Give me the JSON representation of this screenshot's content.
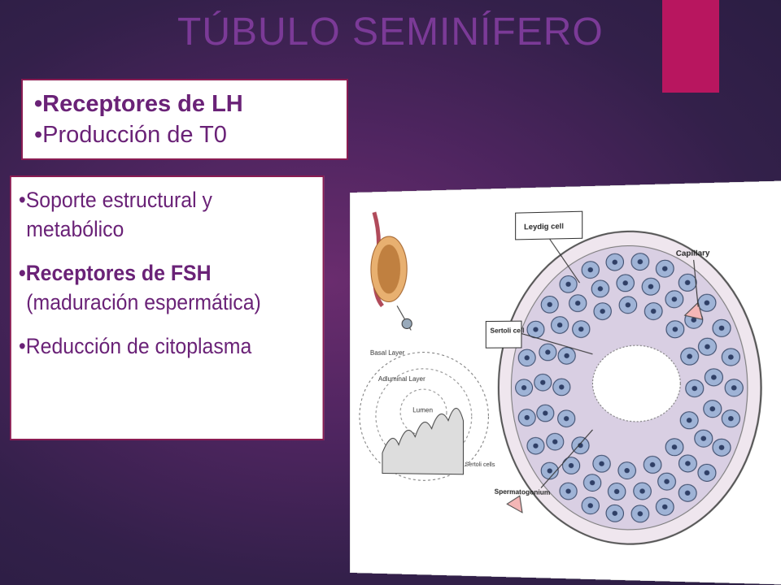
{
  "slide": {
    "title": "TÚBULO SEMINÍFERO",
    "accent_color": "#b8165f",
    "title_color": "#7b3a97"
  },
  "box1": {
    "items": [
      "•Receptores de LH",
      "•Producción de T0"
    ]
  },
  "box2": {
    "line1": "•Soporte estructural y",
    "line2": "metabólico",
    "line3": "•Receptores de FSH",
    "line4": "(maduración espermática)",
    "line5": "•Reducción de citoplasma"
  },
  "figure": {
    "labels": {
      "leydig": "Leydig cell",
      "capillary": "Capillary",
      "sertoli": "Sertoli cell",
      "spermatogonium": "Spermatogonium",
      "basal": "Basal Layer",
      "adluminal": "Adluminal Layer",
      "lumen": "Lumen",
      "sertoli_cells": "Sertoli cells"
    }
  }
}
